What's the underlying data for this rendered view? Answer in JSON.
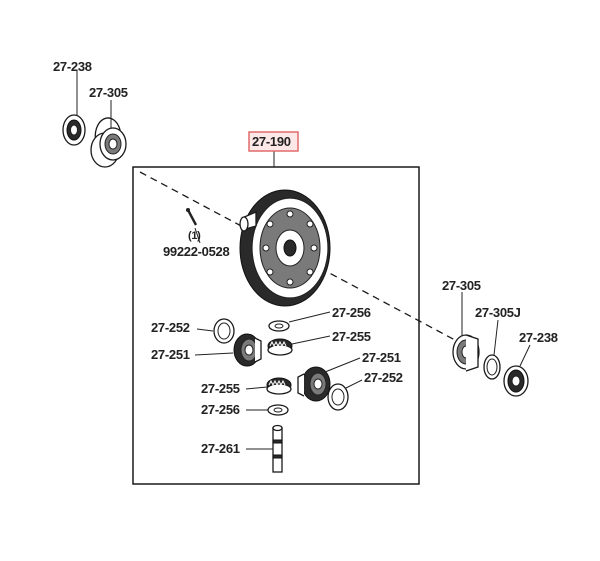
{
  "diagram": {
    "highlighted_label": "27-190",
    "callout_quantity": "(1)",
    "labels": {
      "bearing_seal_left": "27-238",
      "bearing_left": "27-305",
      "assembly": "27-190",
      "pin": "99222-0528",
      "washer_top": "27-256",
      "thrust_washer_left": "27-252",
      "pinion_gear_top": "27-255",
      "side_gear_left": "27-251",
      "side_gear_right": "27-251",
      "thrust_washer_right": "27-252",
      "pinion_gear_bottom": "27-255",
      "washer_bottom": "27-256",
      "pinion_shaft": "27-261",
      "bearing_right": "27-305",
      "bearing_race_right": "27-305J",
      "bearing_seal_right": "27-238"
    },
    "colors": {
      "highlight_border": "#e06a6a",
      "highlight_fill": "#fde8e8",
      "line": "#1a1a1a"
    }
  }
}
